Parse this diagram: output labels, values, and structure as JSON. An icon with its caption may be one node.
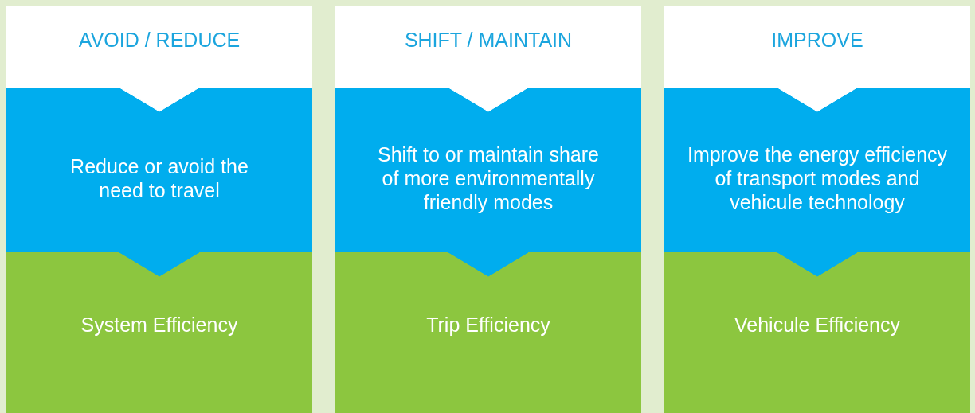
{
  "diagram": {
    "nodes": [
      {
        "text": [
          "AVOID / REDUCE"
        ]
      },
      {
        "text": [
          "Reduce or avoid the need to travel"
        ]
      },
      {
        "text": [
          "System Efficiency"
        ]
      },
      {
        "text": [
          "SHIFT / MAINTAIN"
        ]
      },
      {
        "text": [
          "Shift to or maintain share of more environmentally friendly modes"
        ]
      },
      {
        "text": [
          "Trip Efficiency"
        ]
      },
      {
        "text": [
          "IMPROVE"
        ]
      },
      {
        "text": [
          "Improve the energy efficiency of transport modes and vehicule technology"
        ]
      },
      {
        "text": [
          "Vehicule Efficiency"
        ]
      }
    ],
    "edges": [
      {
        "from": 0,
        "to": 1,
        "arrow": "to"
      },
      {
        "from": 1,
        "to": 2,
        "arrow": "to"
      },
      {
        "from": 3,
        "to": 4,
        "arrow": "to"
      },
      {
        "from": 4,
        "to": 5,
        "arrow": "to"
      },
      {
        "from": 6,
        "to": 7,
        "arrow": "to"
      },
      {
        "from": 7,
        "to": 8,
        "arrow": "to"
      }
    ]
  }
}
